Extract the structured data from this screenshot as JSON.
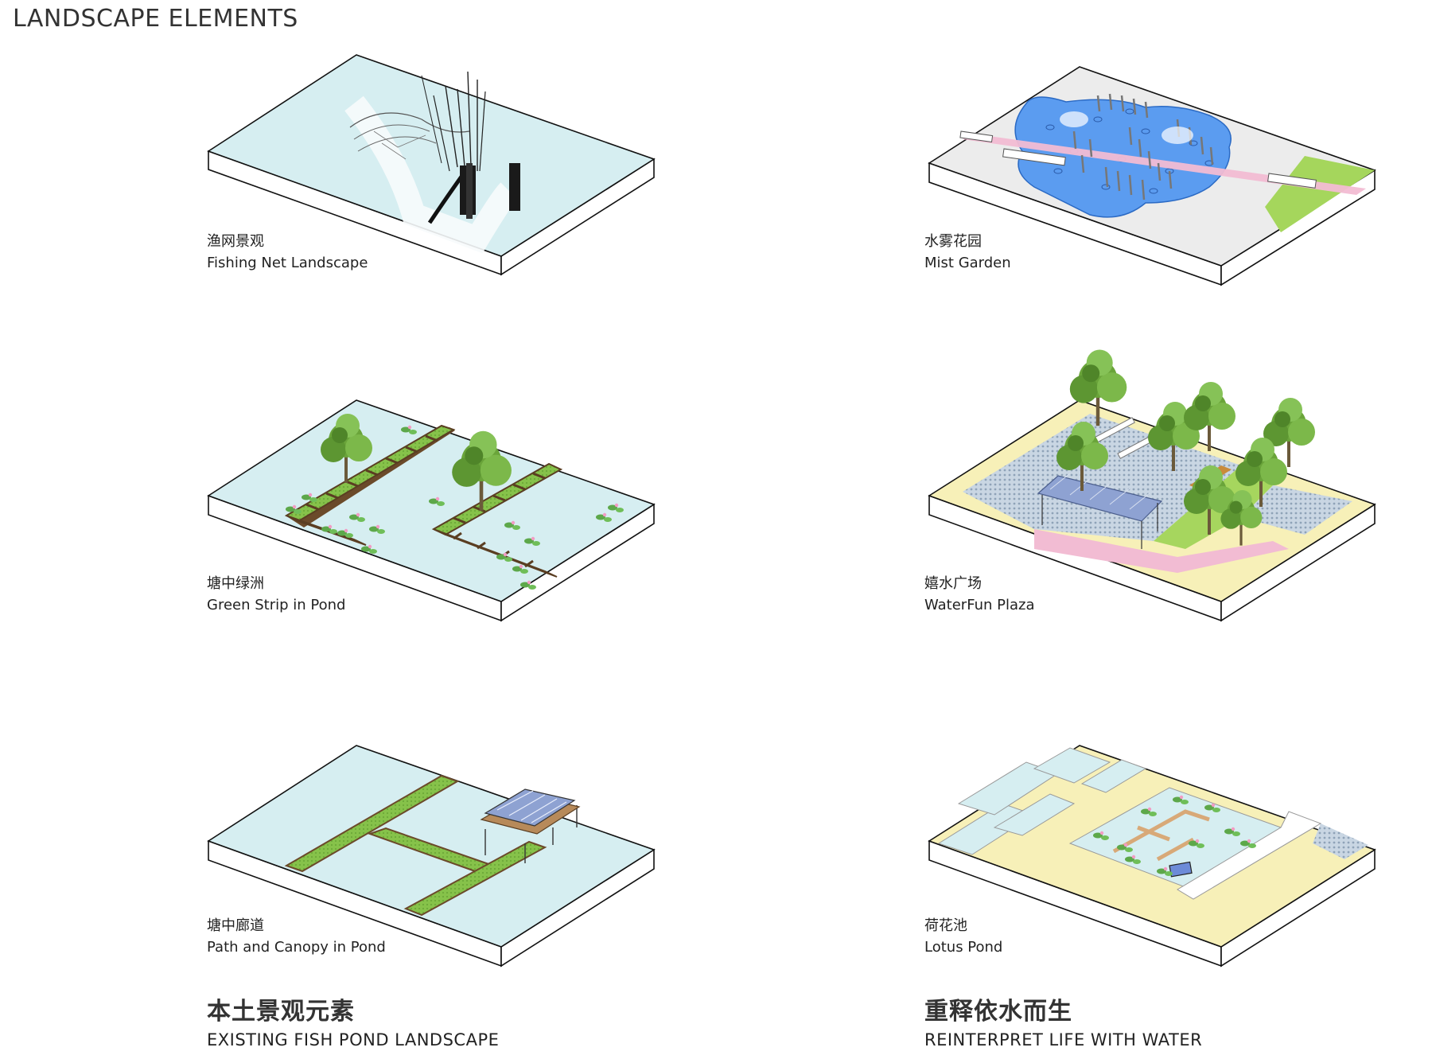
{
  "title": "LANDSCAPE ELEMENTS",
  "panels": [
    {
      "zh": "渔网景观",
      "en": "Fishing Net Landscape"
    },
    {
      "zh": "水雾花园",
      "en": "Mist Garden"
    },
    {
      "zh": "塘中绿洲",
      "en": "Green Strip in Pond"
    },
    {
      "zh": "嬉水广场",
      "en": "WaterFun Plaza"
    },
    {
      "zh": "塘中廊道",
      "en": "Path and Canopy in Pond"
    },
    {
      "zh": "荷花池",
      "en": "Lotus Pond"
    }
  ],
  "columns": [
    {
      "zh": "本土景观元素",
      "en": "EXISTING FISH POND LANDSCAPE"
    },
    {
      "zh": "重释依水而生",
      "en": "REINTERPRET LIFE WITH WATER"
    }
  ],
  "colors": {
    "water": "#d6eef1",
    "slab_side": "#ffffff",
    "outline": "#111111",
    "grass": "#8cc152",
    "pink_path": "#f2bcd3",
    "sand": "#f7f0b8",
    "mist_pool": "#4a90e2"
  }
}
